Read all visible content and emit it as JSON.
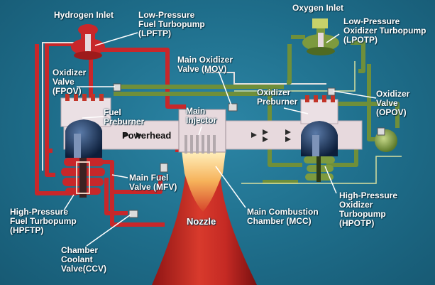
{
  "labels": {
    "hydrogen_inlet": "Hydrogen Inlet",
    "lpftp": "Low-Pressure\nFuel Turbopump\n(LPFTP)",
    "oxygen_inlet": "Oxygen Inlet",
    "lpotp": "Low-Pressure\nOxidizer Turbopump\n(LPOTP)",
    "mov": "Main Oxidizer\nValve (MOV)",
    "fpov": "Oxidizer\nValve\n(FPOV)",
    "fuel_preburner": "Fuel\nPreburner",
    "main_injector": "Main\nInjector",
    "oxidizer_preburner": "Oxidizer\nPreburner",
    "opov": "Oxidizer\nValve\n(OPOV)",
    "powerhead": "Powerhead",
    "mfv": "Main Fuel\nValve (MFV)",
    "hpftp": "High-Pressure\nFuel Turbopump\n(HPFTP)",
    "nozzle": "Nozzle",
    "mcc": "Main Combustion\nChamber (MCC)",
    "hpotp": "High-Pressure\nOxidizer\nTurbopump\n(HPOTP)",
    "ccv": "Chamber\nCoolant\nValve(CCV)"
  },
  "colors": {
    "background": "#1f6f8c",
    "fuel_line": "#c8272a",
    "oxidizer_line": "#6f8f3a",
    "powerhead": "#e7d9dd"
  }
}
